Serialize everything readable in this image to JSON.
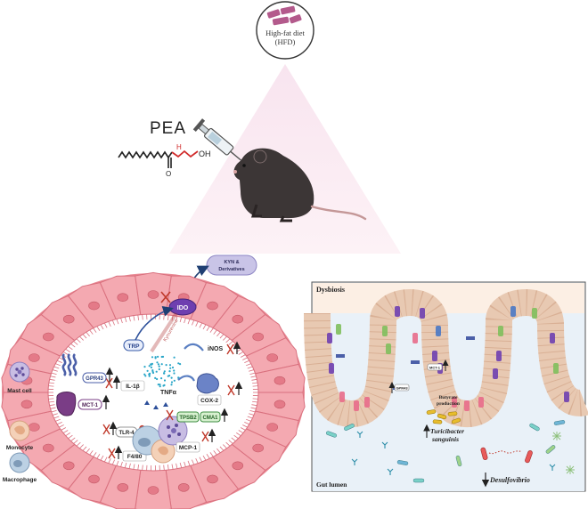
{
  "hfd": {
    "line1": "High-fat diet",
    "line2": "(HFD)"
  },
  "treatment": {
    "label": "PEA",
    "oh": "OH",
    "h": "H",
    "o": "O"
  },
  "kyn": {
    "line1": "KYN &",
    "line2": "Derivatives"
  },
  "cell": {
    "ido": "IDO",
    "trp": "TRP",
    "inos": "iNOS",
    "il1b": "IL-1β",
    "tnfa": "TNFα",
    "cox2": "COX-2",
    "gpr43": "GPR43",
    "mct1": "MCT-1",
    "tlr4": "TLR-4",
    "f480": "F4/80",
    "mcp1": "MCP-1",
    "tpsb2": "TPSB2",
    "cma1": "CMA1",
    "kynurenine": "Kynurenine"
  },
  "legend": {
    "mast": "Mast cell",
    "monocyte": "Monocyte",
    "macrophage": "Macrophage"
  },
  "panel": {
    "title": "Dysbiosis",
    "lumen": "Gut lumen",
    "gpr43": "GPR43",
    "mct1": "MCT-1",
    "butyrate1": "Butyrate",
    "butyrate2": "production",
    "turic1": "Turicibacter",
    "turic2": "sanguinis",
    "desulfo": "Desulfovibrio"
  },
  "colors": {
    "pink_cell": "#f2a7ad",
    "pink_dark": "#e07d88",
    "lumen_bg": "#e8f1f8",
    "tissue_bg": "#fcefe4",
    "purple": "#7a52b5",
    "arrow_red": "#c0392b"
  }
}
